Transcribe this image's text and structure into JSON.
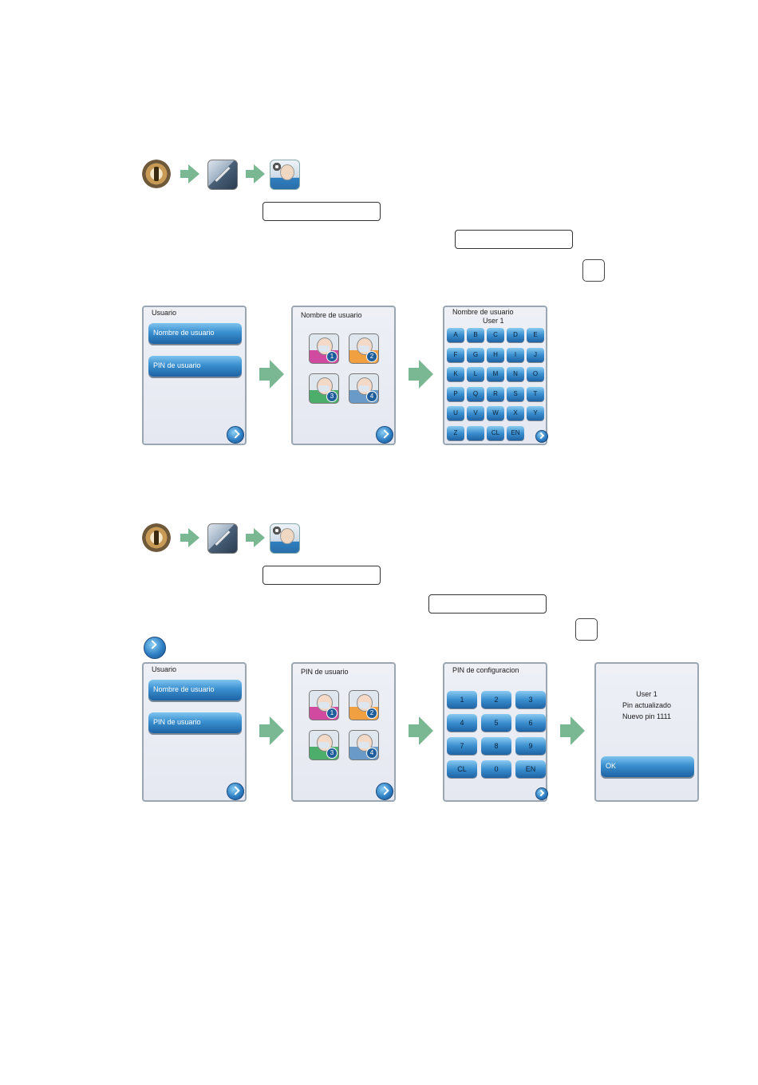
{
  "section1": {
    "screen1": {
      "title": "Usuario",
      "btn1": "Nombre de usuario",
      "btn2": "PIN de usuario"
    },
    "screen2": {
      "title": "Nombre de usuario",
      "avatars": [
        "1",
        "2",
        "3",
        "4"
      ]
    },
    "screen3": {
      "title": "Nombre de usuario",
      "subtitle": "User 1",
      "keys": [
        [
          "A",
          "B",
          "C",
          "D",
          "E"
        ],
        [
          "F",
          "G",
          "H",
          "I",
          "J"
        ],
        [
          "K",
          "L",
          "M",
          "N",
          "O"
        ],
        [
          "P",
          "Q",
          "R",
          "S",
          "T"
        ],
        [
          "U",
          "V",
          "W",
          "X",
          "Y"
        ],
        [
          "Z",
          "",
          "CL",
          "EN"
        ]
      ]
    }
  },
  "section2": {
    "screen1": {
      "title": "Usuario",
      "btn1": "Nombre de usuario",
      "btn2": "PIN de usuario"
    },
    "screen2": {
      "title": "PIN de usuario",
      "avatars": [
        "1",
        "2",
        "3",
        "4"
      ]
    },
    "screen3": {
      "title": "PIN de configuracion",
      "keys": [
        [
          "1",
          "2",
          "3"
        ],
        [
          "4",
          "5",
          "6"
        ],
        [
          "7",
          "8",
          "9"
        ],
        [
          "CL",
          "0",
          "EN"
        ]
      ]
    },
    "screen4": {
      "line1": "User 1",
      "line2": "Pin actualizado",
      "line3": "Nuevo pin 1111",
      "ok": "OK"
    }
  }
}
